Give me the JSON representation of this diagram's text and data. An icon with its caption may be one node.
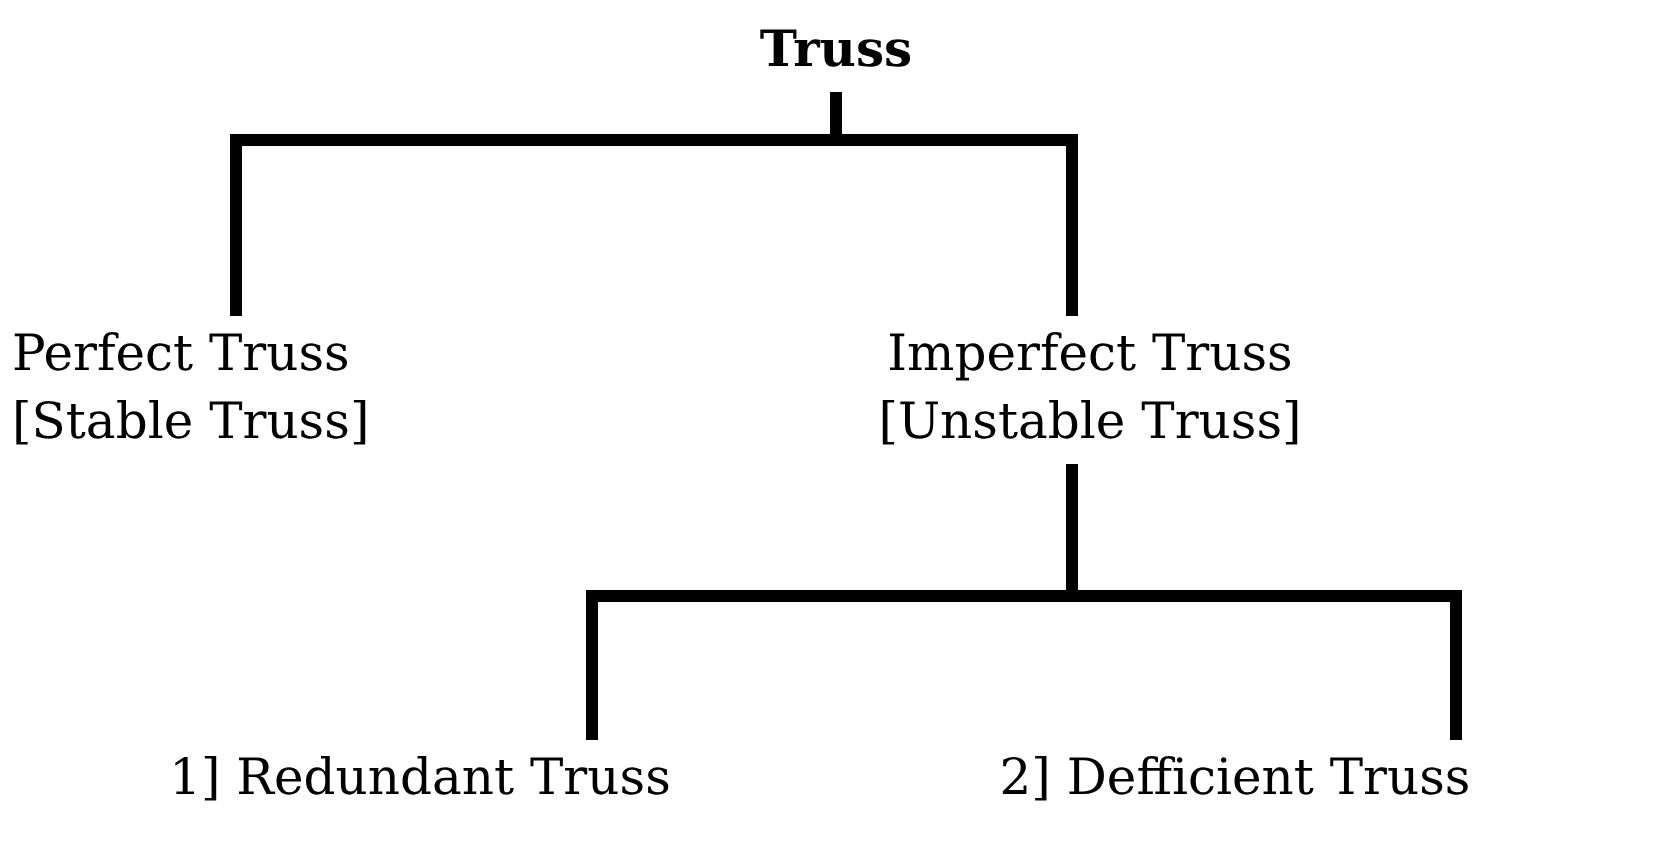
{
  "diagram": {
    "nodes": [
      {
        "text": [
          "Truss"
        ]
      },
      {
        "text": [
          "Perfect Truss [Stable Truss]"
        ]
      },
      {
        "text": [
          "Imperfect Truss [Unstable Truss]"
        ]
      },
      {
        "text": [
          "1] Redundant Truss"
        ]
      },
      {
        "text": [
          "2] Defficient Truss"
        ]
      }
    ],
    "edges": [
      {
        "from": 0,
        "to": 1,
        "arrow": "none"
      },
      {
        "from": 0,
        "to": 2,
        "arrow": "none"
      },
      {
        "from": 2,
        "to": 3,
        "arrow": "none"
      },
      {
        "from": 2,
        "to": 4,
        "arrow": "none"
      }
    ]
  }
}
